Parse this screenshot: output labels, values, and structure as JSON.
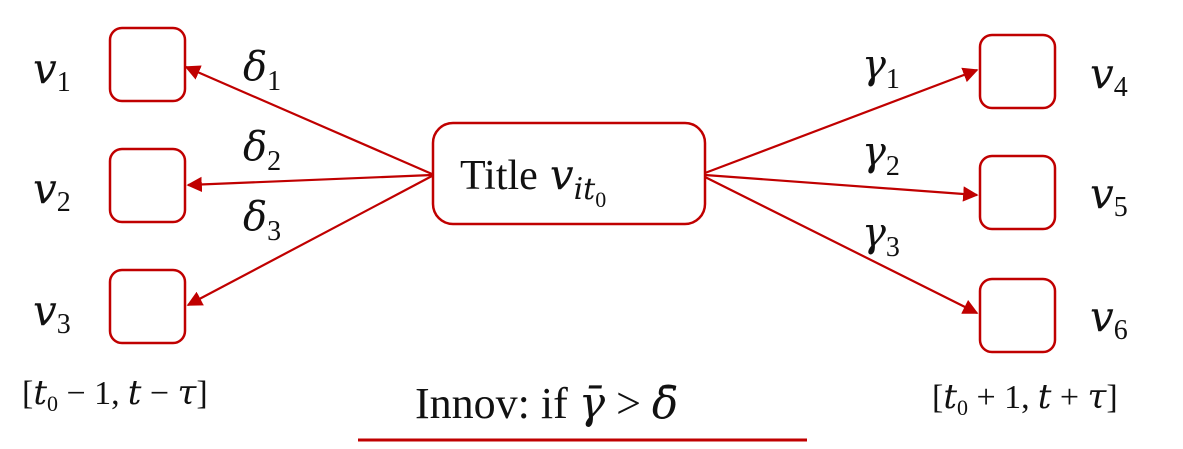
{
  "colors": {
    "accent": "#c00000",
    "text": "#111111"
  },
  "center_node": {
    "text": "Title",
    "var_base": "v",
    "var_sub": "it",
    "var_subsub": "0"
  },
  "left_nodes": [
    {
      "base": "v",
      "sub": "1"
    },
    {
      "base": "v",
      "sub": "2"
    },
    {
      "base": "v",
      "sub": "3"
    }
  ],
  "right_nodes": [
    {
      "base": "v",
      "sub": "4"
    },
    {
      "base": "v",
      "sub": "5"
    },
    {
      "base": "v",
      "sub": "6"
    }
  ],
  "left_edges": [
    {
      "base": "δ",
      "sub": "1"
    },
    {
      "base": "δ",
      "sub": "2"
    },
    {
      "base": "δ",
      "sub": "3"
    }
  ],
  "right_edges": [
    {
      "base": "γ",
      "sub": "1"
    },
    {
      "base": "γ",
      "sub": "2"
    },
    {
      "base": "γ",
      "sub": "3"
    }
  ],
  "left_range": {
    "open": "[",
    "t": "t",
    "zero": "0",
    "minus1": " − 1,",
    "t2": "t",
    "minus": " − ",
    "tau": "τ",
    "close": "]"
  },
  "right_range": {
    "open": "[",
    "t": "t",
    "zero": "0",
    "plus1": " + 1,",
    "t2": "t",
    "plus": " + ",
    "tau": "τ",
    "close": "]"
  },
  "caption": {
    "prefix": "Innov: if ",
    "gamma": "γ̄",
    "gt": " > ",
    "delta": "δ̄"
  }
}
